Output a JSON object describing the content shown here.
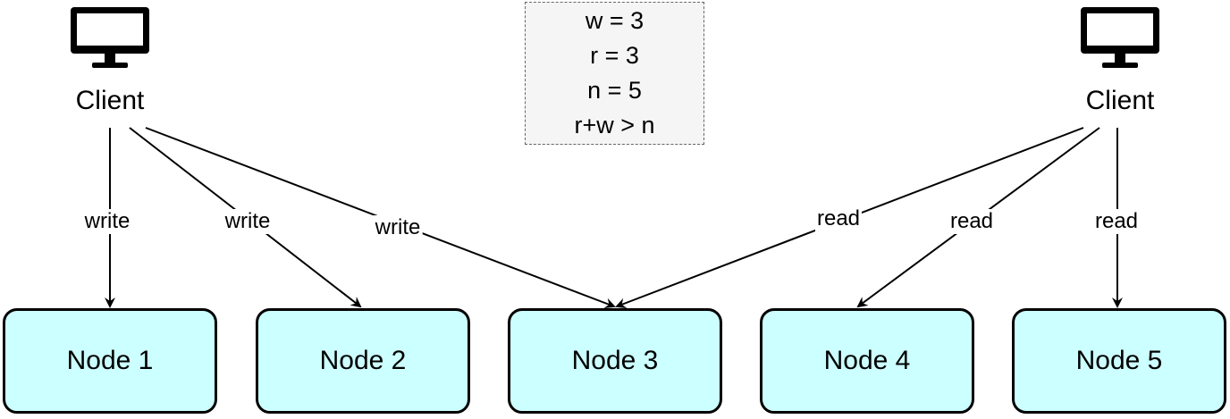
{
  "clients": [
    {
      "label": "Client",
      "icon": "monitor-icon"
    },
    {
      "label": "Client",
      "icon": "monitor-icon"
    }
  ],
  "quorum": {
    "lines": [
      "w = 3",
      "r = 3",
      "n = 5",
      "r+w > n"
    ]
  },
  "nodes": [
    {
      "label": "Node 1"
    },
    {
      "label": "Node 2"
    },
    {
      "label": "Node 3"
    },
    {
      "label": "Node 4"
    },
    {
      "label": "Node 5"
    }
  ],
  "edges": {
    "write": [
      "write",
      "write",
      "write"
    ],
    "read": [
      "read",
      "read",
      "read"
    ]
  },
  "colors": {
    "node_fill": "#ccffff",
    "box_fill": "#f5f5f5",
    "stroke": "#000000"
  }
}
